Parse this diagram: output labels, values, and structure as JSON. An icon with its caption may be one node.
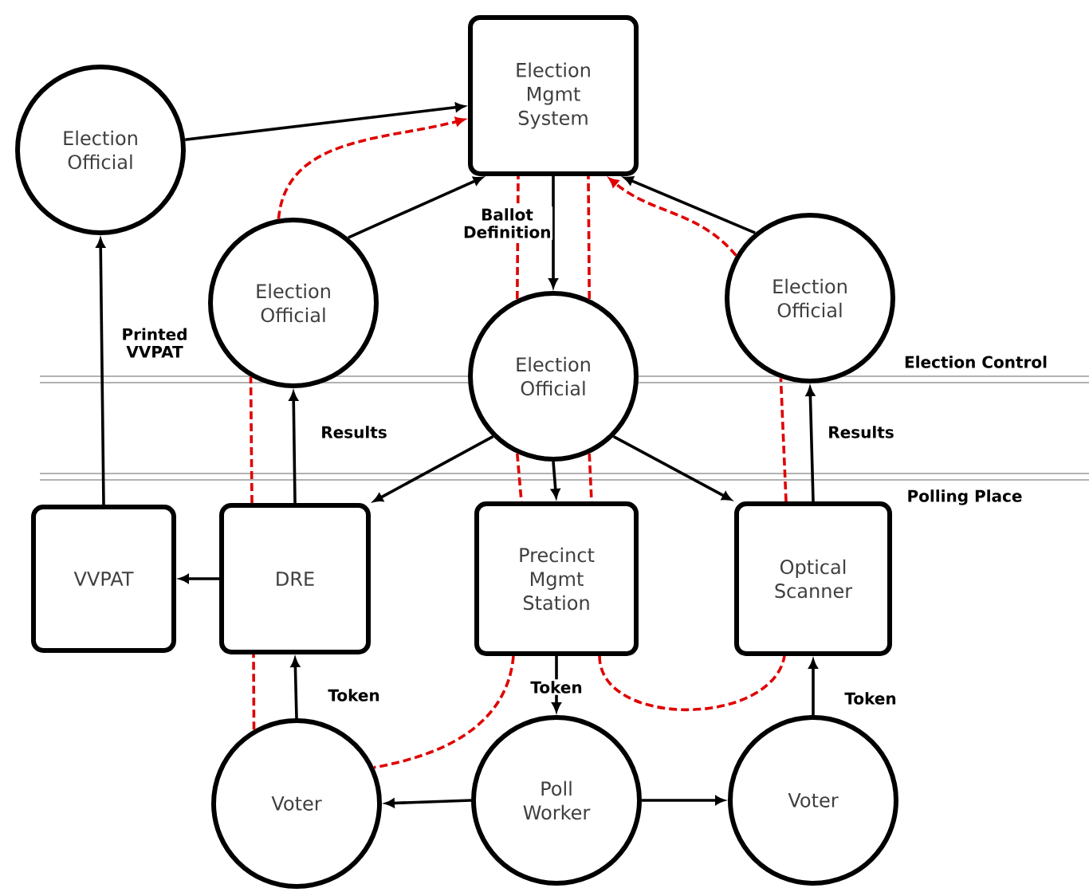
{
  "diagram": {
    "nodes": [
      {
        "text": [
          "Election Mgmt System"
        ]
      },
      {
        "text": [
          "Election Official"
        ]
      },
      {
        "text": [
          "Election Official"
        ]
      },
      {
        "text": [
          "Election Official"
        ]
      },
      {
        "text": [
          "Election Official"
        ]
      },
      {
        "text": [
          "VVPAT"
        ]
      },
      {
        "text": [
          "DRE"
        ]
      },
      {
        "text": [
          "Precinct Mgmt Station"
        ]
      },
      {
        "text": [
          "Optical Scanner"
        ]
      },
      {
        "text": [
          "Voter"
        ]
      },
      {
        "text": [
          "Poll Worker"
        ]
      },
      {
        "text": [
          "Voter"
        ]
      }
    ],
    "edges": [
      {
        "from": 1,
        "to": 0,
        "arrow": "to"
      },
      {
        "from": 2,
        "to": 0,
        "arrow": "to"
      },
      {
        "from": 4,
        "to": 0,
        "arrow": "to"
      },
      {
        "from": 0,
        "to": 3,
        "arrow": "to",
        "label": "Ballot Definition"
      },
      {
        "from": 5,
        "to": 1,
        "arrow": "to",
        "label": "Printed VVPAT"
      },
      {
        "from": 6,
        "to": 2,
        "arrow": "to",
        "label": "Results"
      },
      {
        "from": 8,
        "to": 4,
        "arrow": "to",
        "label": "Results"
      },
      {
        "from": 3,
        "to": 6,
        "arrow": "to"
      },
      {
        "from": 3,
        "to": 7,
        "arrow": "to"
      },
      {
        "from": 3,
        "to": 8,
        "arrow": "to"
      },
      {
        "from": 6,
        "to": 5,
        "arrow": "to"
      },
      {
        "from": 9,
        "to": 6,
        "arrow": "to",
        "label": "Token"
      },
      {
        "from": 7,
        "to": 10,
        "arrow": "to",
        "label": "Token"
      },
      {
        "from": 11,
        "to": 8,
        "arrow": "to",
        "label": "Token"
      },
      {
        "from": 10,
        "to": 9,
        "arrow": "to"
      },
      {
        "from": 10,
        "to": 11,
        "arrow": "to"
      },
      {
        "from": 2,
        "to": 0,
        "arrow": "to",
        "style": "dashed",
        "color": "#e00000"
      },
      {
        "from": 4,
        "to": 0,
        "arrow": "to",
        "style": "dashed",
        "color": "#e00000"
      },
      {
        "from": 3,
        "to": 0,
        "arrow": "none",
        "style": "dashed",
        "color": "#e00000"
      },
      {
        "from": 3,
        "to": 0,
        "arrow": "none",
        "style": "dashed",
        "color": "#e00000"
      },
      {
        "from": 6,
        "to": 2,
        "arrow": "none",
        "style": "dashed",
        "color": "#e00000"
      },
      {
        "from": 8,
        "to": 4,
        "arrow": "none",
        "style": "dashed",
        "color": "#e00000"
      },
      {
        "from": 3,
        "to": 7,
        "arrow": "none",
        "style": "dashed",
        "color": "#e00000"
      },
      {
        "from": 3,
        "to": 7,
        "arrow": "none",
        "style": "dashed",
        "color": "#e00000"
      },
      {
        "from": 9,
        "to": 6,
        "arrow": "none",
        "style": "dashed",
        "color": "#e00000"
      },
      {
        "from": 7,
        "to": 9,
        "arrow": "none",
        "style": "dashed",
        "color": "#e00000"
      },
      {
        "from": 7,
        "to": 8,
        "arrow": "none",
        "style": "dashed",
        "color": "#e00000"
      }
    ],
    "labels": [
      "Election Control",
      "Polling Place"
    ]
  }
}
